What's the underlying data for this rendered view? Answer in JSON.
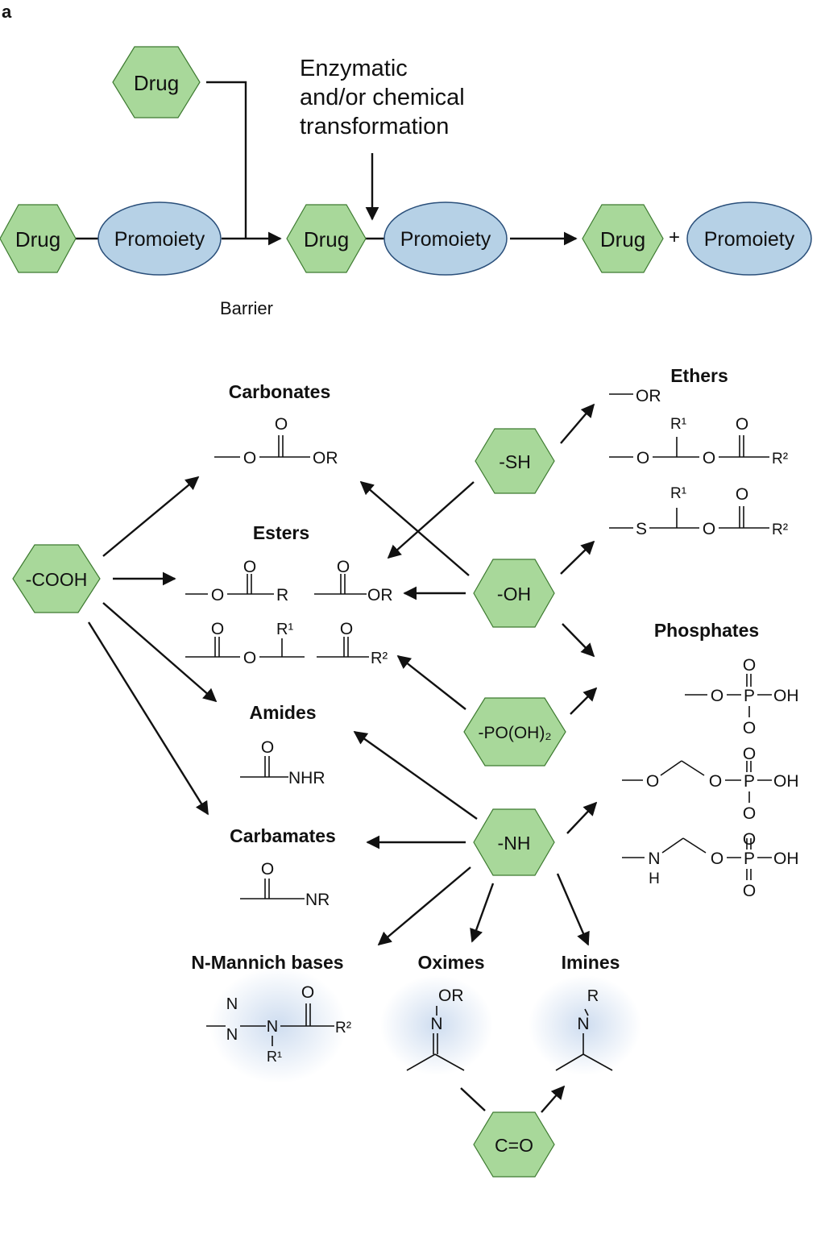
{
  "panel_label": "a",
  "top": {
    "drug": "Drug",
    "promoiety": "Promoiety",
    "plus": "+",
    "transformation": [
      "Enzymatic",
      "and/or chemical",
      "transformation"
    ],
    "barrier": "Barrier"
  },
  "groups": {
    "cooh": "-COOH",
    "sh": "-SH",
    "oh": "-OH",
    "po": "-PO(OH)₂",
    "nh": "-NH",
    "co": "C=O"
  },
  "classes": {
    "carbonates": "Carbonates",
    "esters": "Esters",
    "amides": "Amides",
    "carbamates": "Carbamates",
    "mannich": "N-Mannich bases",
    "oximes": "Oximes",
    "imines": "Imines",
    "ethers": "Ethers",
    "phosphates": "Phosphates"
  },
  "atoms": {
    "O": "O",
    "OR": "OR",
    "R": "R",
    "N": "N",
    "H": "H",
    "S": "S",
    "P": "P",
    "OH": "OH",
    "NHR": "NHR",
    "NR": "NR",
    "R1": "R¹",
    "R2": "R²"
  }
}
